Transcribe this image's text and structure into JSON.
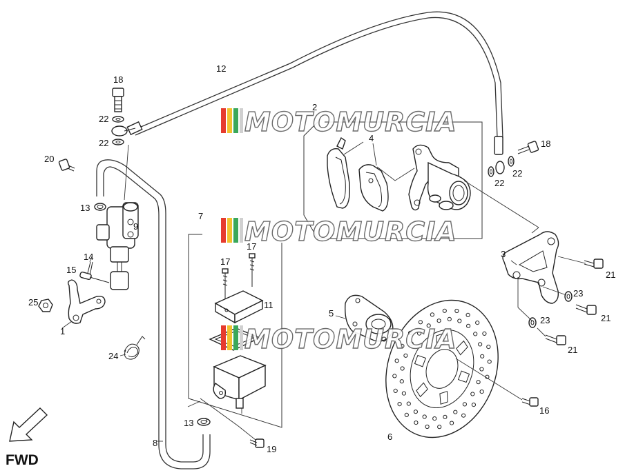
{
  "diagram": {
    "title": "",
    "fwd_label": "FWD",
    "watermark_text": "MOTOMURCIA",
    "watermark_colors": [
      "#e63b2e",
      "#f2c12e",
      "#3aa85a",
      "#d0d0d0"
    ],
    "callouts": {
      "c1": "1",
      "c2": "2",
      "c3": "3",
      "c4": "4",
      "c5": "5",
      "c6": "6",
      "c7": "7",
      "c8": "8",
      "c9": "9",
      "c11": "11",
      "c12": "12",
      "c13a": "13",
      "c13b": "13",
      "c14": "14",
      "c15": "15",
      "c16": "16",
      "c17a": "17",
      "c17b": "17",
      "c18a": "18",
      "c18b": "18",
      "c19": "19",
      "c20": "20",
      "c21a": "21",
      "c21b": "21",
      "c21c": "21",
      "c22a": "22",
      "c22b": "22",
      "c22c": "22",
      "c22d": "22",
      "c23a": "23",
      "c23b": "23",
      "c24": "24",
      "c25": "25"
    }
  }
}
